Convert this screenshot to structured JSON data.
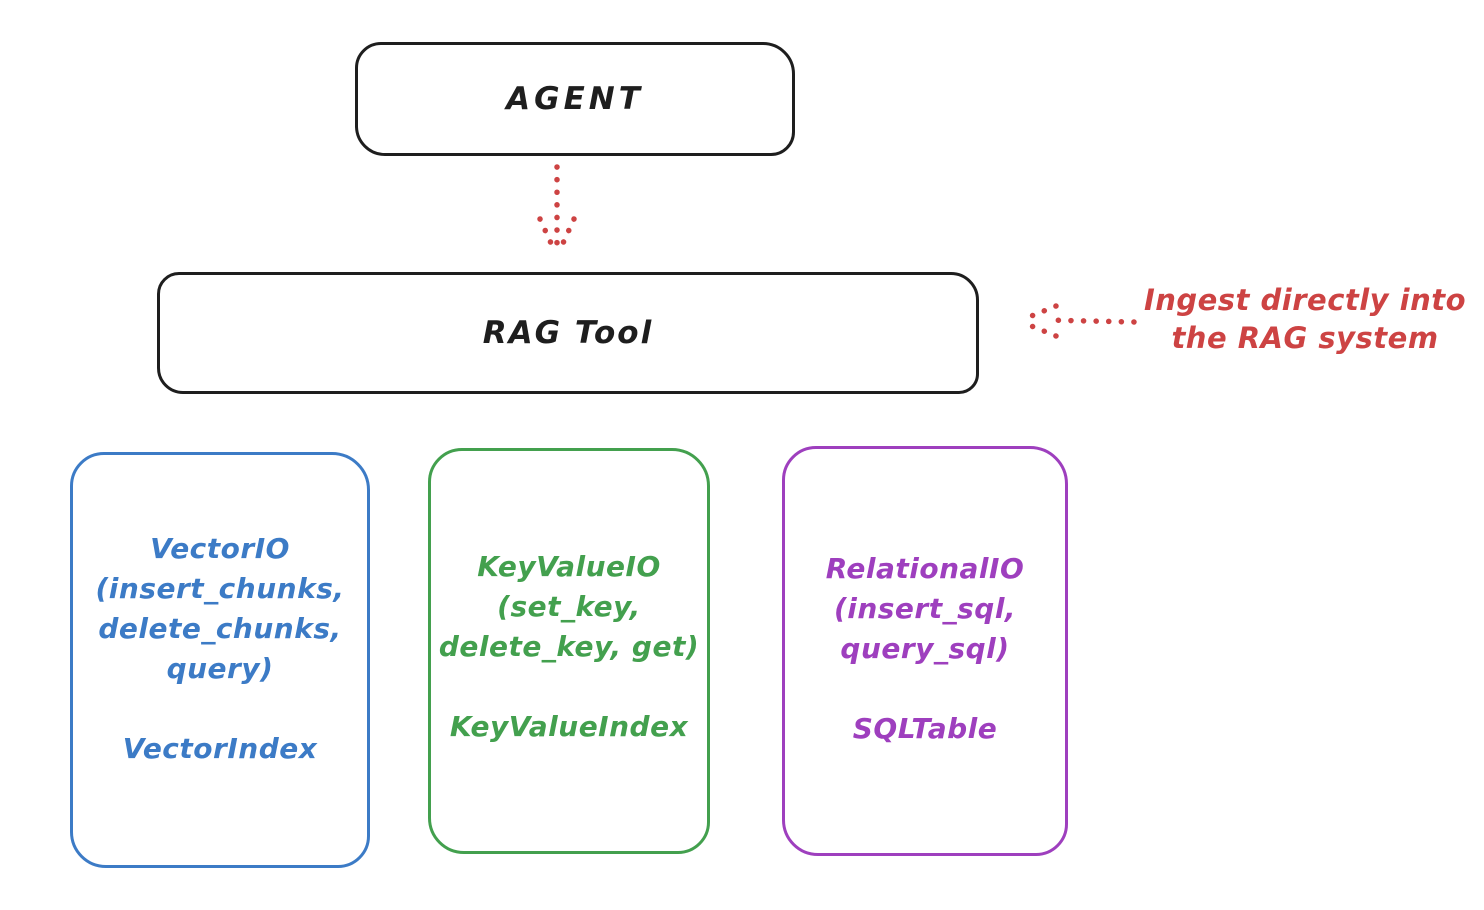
{
  "diagram": {
    "colors": {
      "ink": "#1e1e1e",
      "red": "#cd4343",
      "blue": "#3c7bc6",
      "green": "#43a04e",
      "purple": "#9e3fbe"
    },
    "agent_box": {
      "label": "AGENT"
    },
    "rag_tool_box": {
      "label": "RAG Tool"
    },
    "annotation": {
      "line1": "Ingest directly into",
      "line2": "the RAG system"
    },
    "io_boxes": [
      {
        "id": "vector-io",
        "lines": [
          "VectorIO",
          "(insert_chunks,",
          "delete_chunks,",
          "query)"
        ],
        "index_label": "VectorIndex"
      },
      {
        "id": "keyvalue-io",
        "lines": [
          "KeyValueIO",
          "(set_key,",
          "delete_key, get)"
        ],
        "index_label": "KeyValueIndex"
      },
      {
        "id": "relational-io",
        "lines": [
          "RelationalIO",
          "(insert_sql,",
          "query_sql)"
        ],
        "index_label": "SQLTable"
      }
    ]
  }
}
